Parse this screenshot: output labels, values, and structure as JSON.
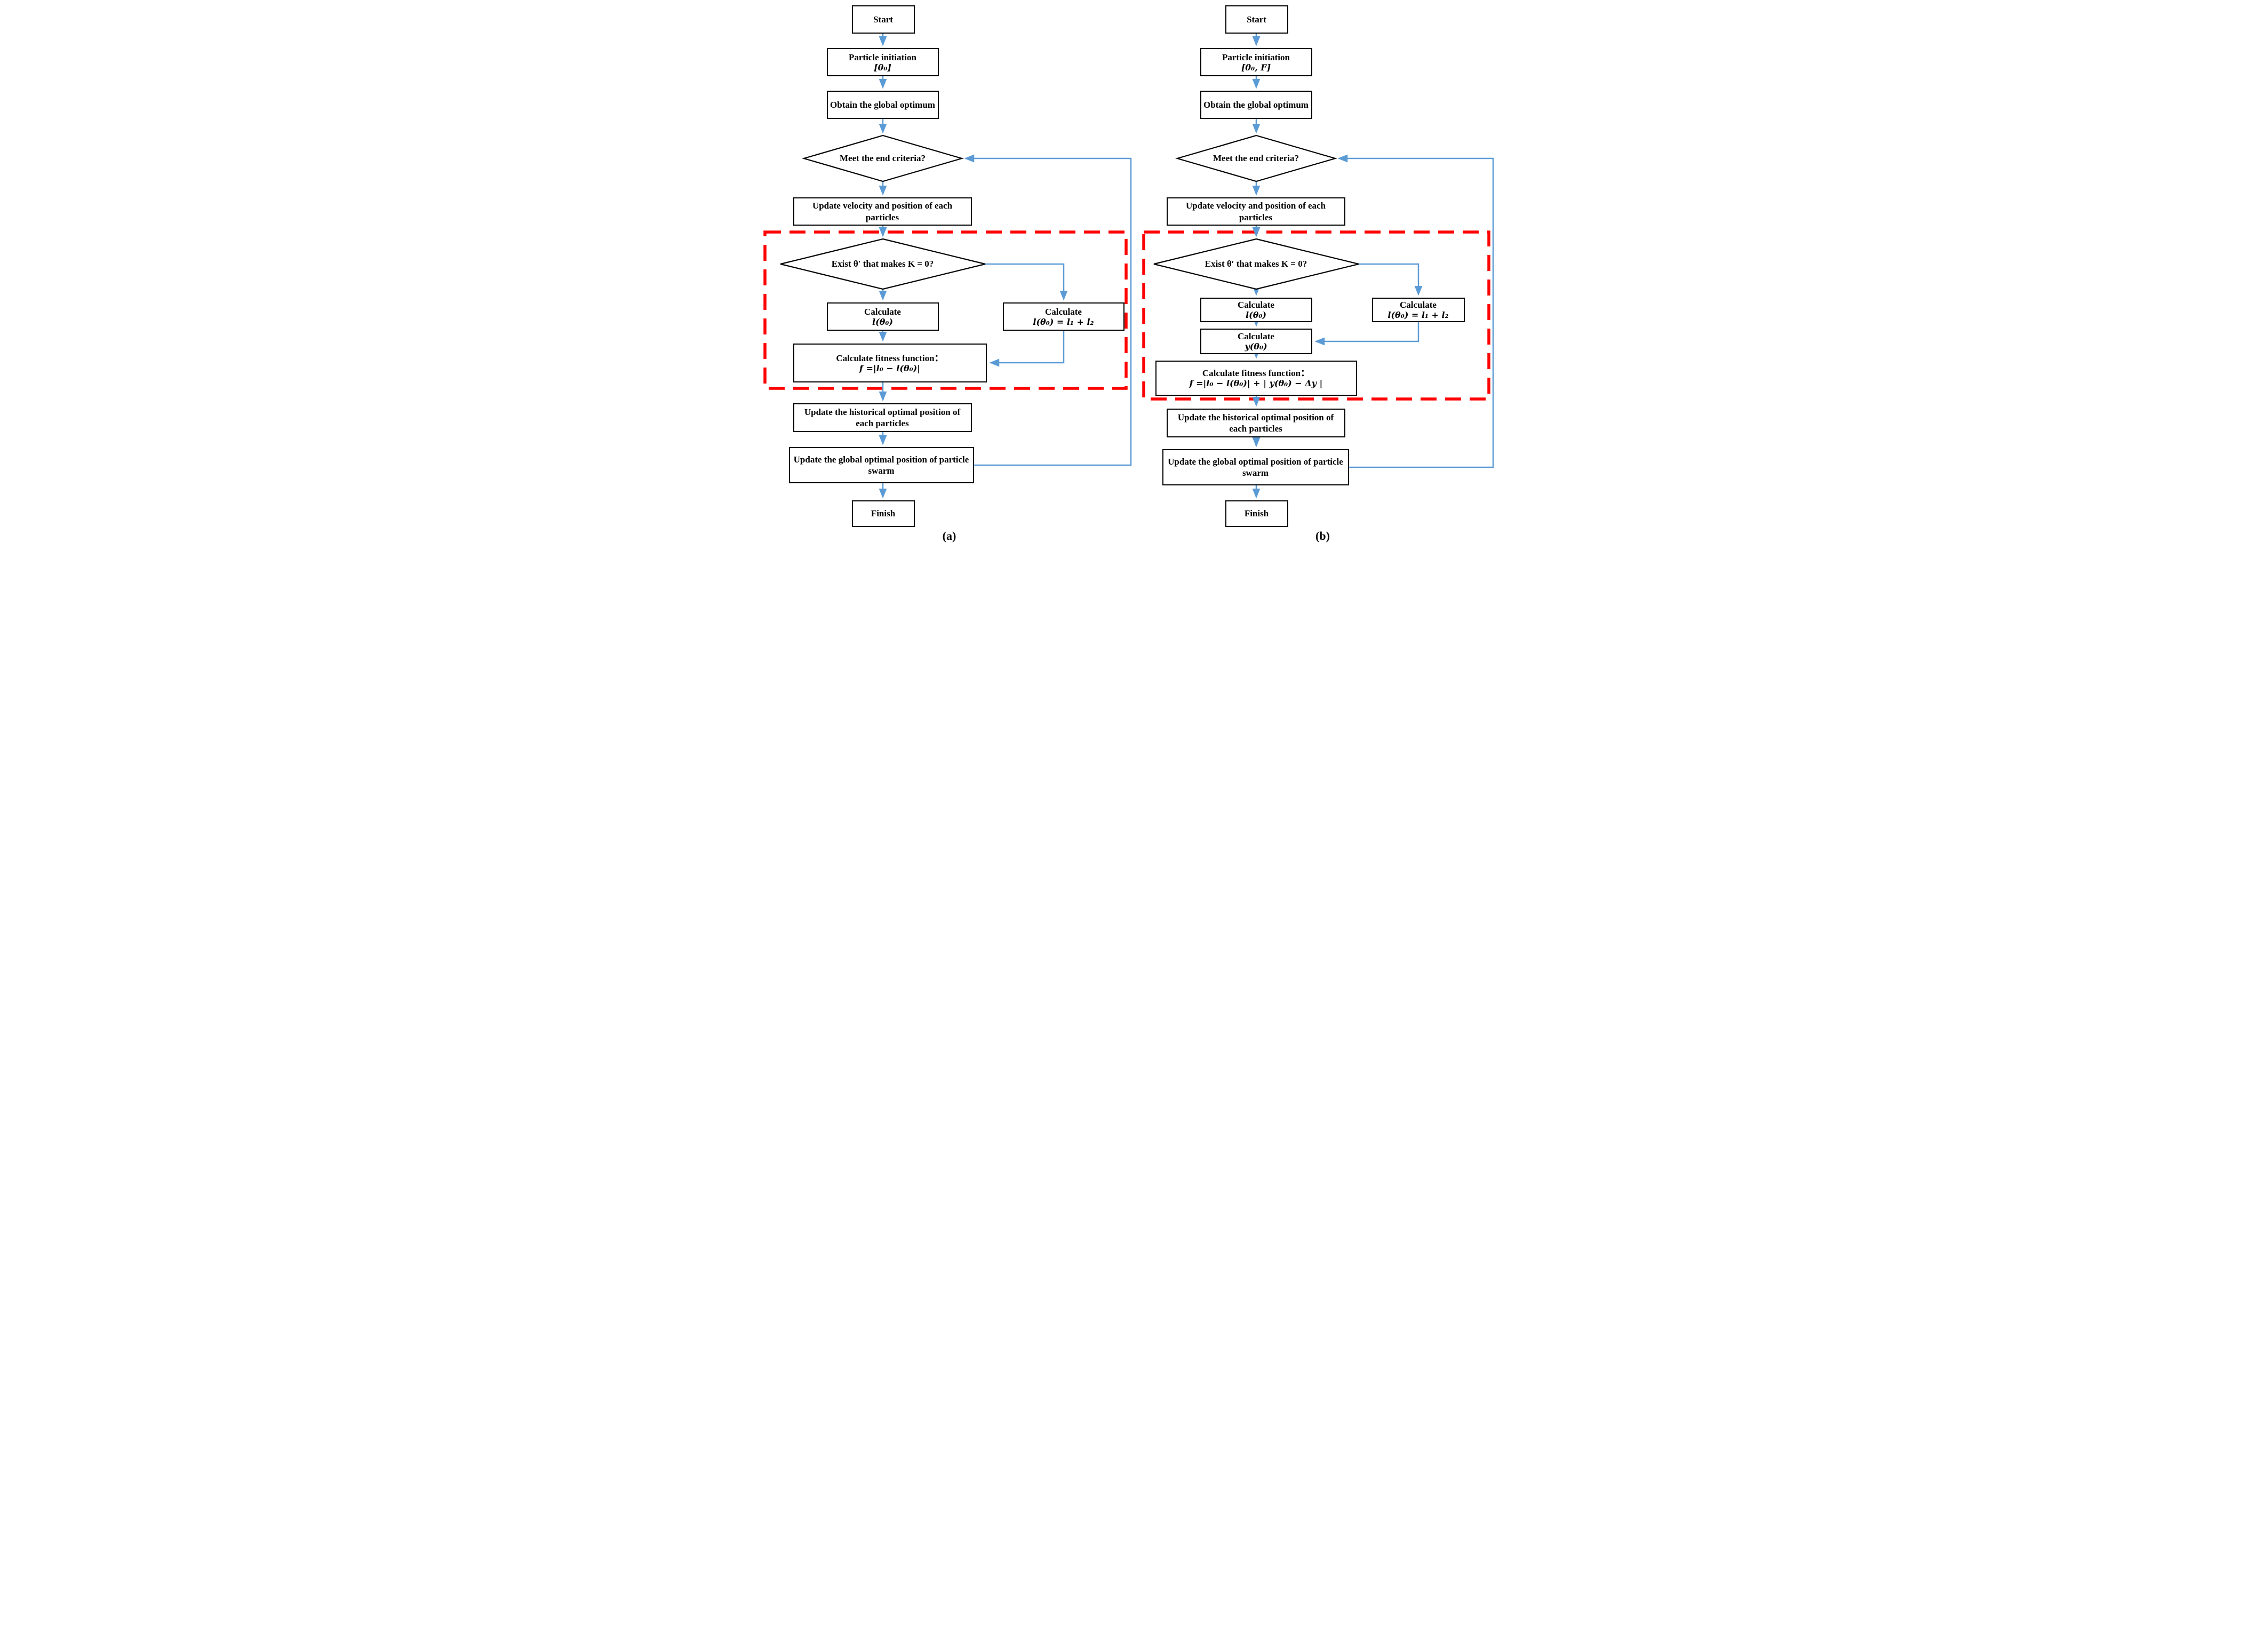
{
  "figure": {
    "description": "Two flowcharts of a particle swarm optimization procedure",
    "colors": {
      "arrow_blue": "#5B9BD5",
      "highlight_red": "#FF0000",
      "box_border": "#000000",
      "box_fill": "#FFFFFF",
      "text": "#000000"
    }
  },
  "a": {
    "label": "(a)",
    "start": "Start",
    "pinit_title": "Particle initiation",
    "pinit_formula": "[θ₀]",
    "obtain": "Obtain the global optimum",
    "meet": "Meet the end criteria?",
    "updvel": "Update velocity and position of each particles",
    "exist": "Exist θ′ that makes K = 0?",
    "calc_title": "Calculate",
    "calc_formula": "l(θ₀)",
    "calc2_title": "Calculate",
    "calc2_formula": "l(θ₀) = l₁ + l₂",
    "fitness_title": "Calculate fitness function：",
    "fitness_formula": "f =|l₀ − l(θ₀)|",
    "hist": "Update the historical optimal position of each particles",
    "glob": "Update the global optimal position of particle swarm",
    "finish": "Finish"
  },
  "b": {
    "label": "(b)",
    "start": "Start",
    "pinit_title": "Particle initiation",
    "pinit_formula": "[θ₀, F]",
    "obtain": "Obtain the global optimum",
    "meet": "Meet the end criteria?",
    "updvel": "Update velocity and position of each particles",
    "exist": "Exist θ′ that makes K = 0?",
    "calc_title": "Calculate",
    "calc_formula": "l(θ₀)",
    "calcy_title": "Calculate",
    "calcy_formula": "y(θ₀)",
    "calc2_title": "Calculate",
    "calc2_formula": "l(θ₀) = l₁ + l₂",
    "fitness_title": "Calculate fitness function：",
    "fitness_formula": "f =|l₀ − l(θ₀)| + | y(θ₀) − Δy |",
    "hist": "Update the historical optimal position of each particles",
    "glob": "Update the global optimal position of particle swarm",
    "finish": "Finish"
  }
}
